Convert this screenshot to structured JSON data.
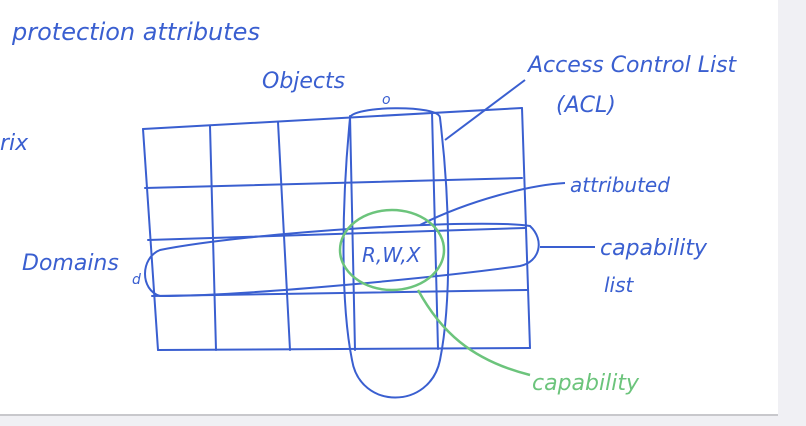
{
  "colors": {
    "ink": "#3a5fd0",
    "highlight": "#6cc47c"
  },
  "labels": {
    "protection_attributes": "protection attributes",
    "fragment_left": "rix",
    "objects": "Objects",
    "object_marker": "o",
    "acl_line1": "Access Control List",
    "acl_line2": "(ACL)",
    "attributed": "attributed",
    "domains": "Domains",
    "domain_marker": "d",
    "cell_rights": "R,W,X",
    "capability_list_line1": "capability",
    "capability_list_line2": "list",
    "capability": "capability"
  }
}
